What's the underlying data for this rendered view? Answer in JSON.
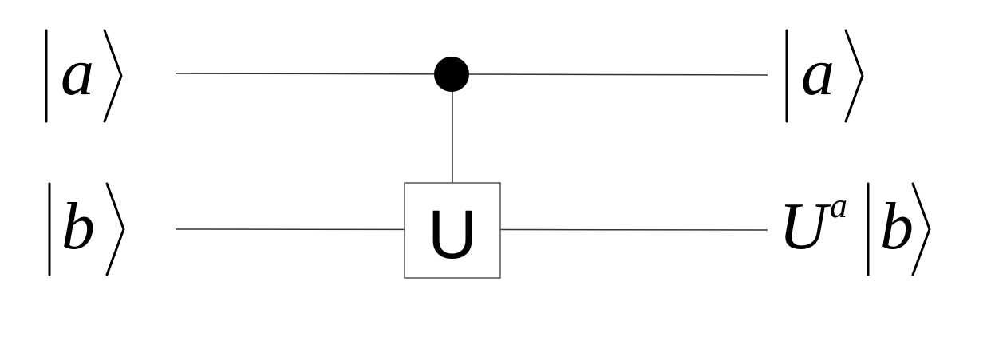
{
  "qubits": [
    {
      "input_symbol": "a",
      "output_operator": "",
      "output_exponent": "",
      "output_symbol": "a"
    },
    {
      "input_symbol": "b",
      "output_operator": "U",
      "output_exponent": "a",
      "output_symbol": "b"
    }
  ],
  "gate": {
    "label": "U",
    "control_qubit": 0,
    "target_qubit": 1
  },
  "colors": {
    "background": "#ffffff",
    "ink": "#000000",
    "wire": "#333333"
  }
}
